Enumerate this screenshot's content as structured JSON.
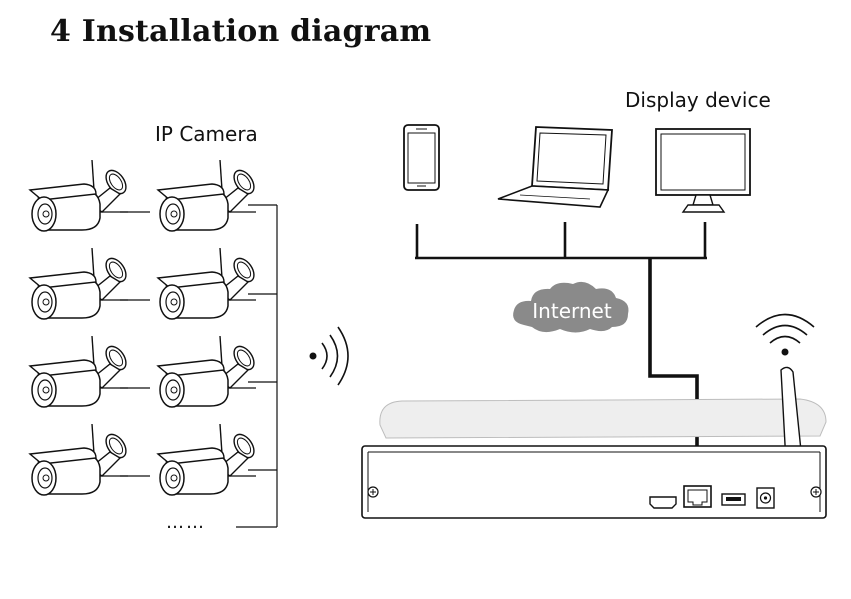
{
  "title": "4 Installation diagram",
  "labels": {
    "ip_camera": "IP Camera",
    "display_device": "Display device",
    "internet": "Internet",
    "more_cameras": "……"
  },
  "cameras": [
    {
      "id": "camera-1"
    },
    {
      "id": "camera-2"
    },
    {
      "id": "camera-3"
    },
    {
      "id": "camera-4"
    },
    {
      "id": "camera-5"
    },
    {
      "id": "camera-6"
    },
    {
      "id": "camera-7"
    },
    {
      "id": "camera-8"
    }
  ],
  "display_devices": [
    "smartphone",
    "laptop",
    "monitor"
  ],
  "nvr_ports": [
    "hdmi-port",
    "ethernet-port",
    "usb-port",
    "power-port"
  ],
  "colors": {
    "line": "#111111",
    "cloud": "#8a8a8a",
    "device_fill": "#ffffff",
    "nvr_top": "#eeeeee"
  }
}
